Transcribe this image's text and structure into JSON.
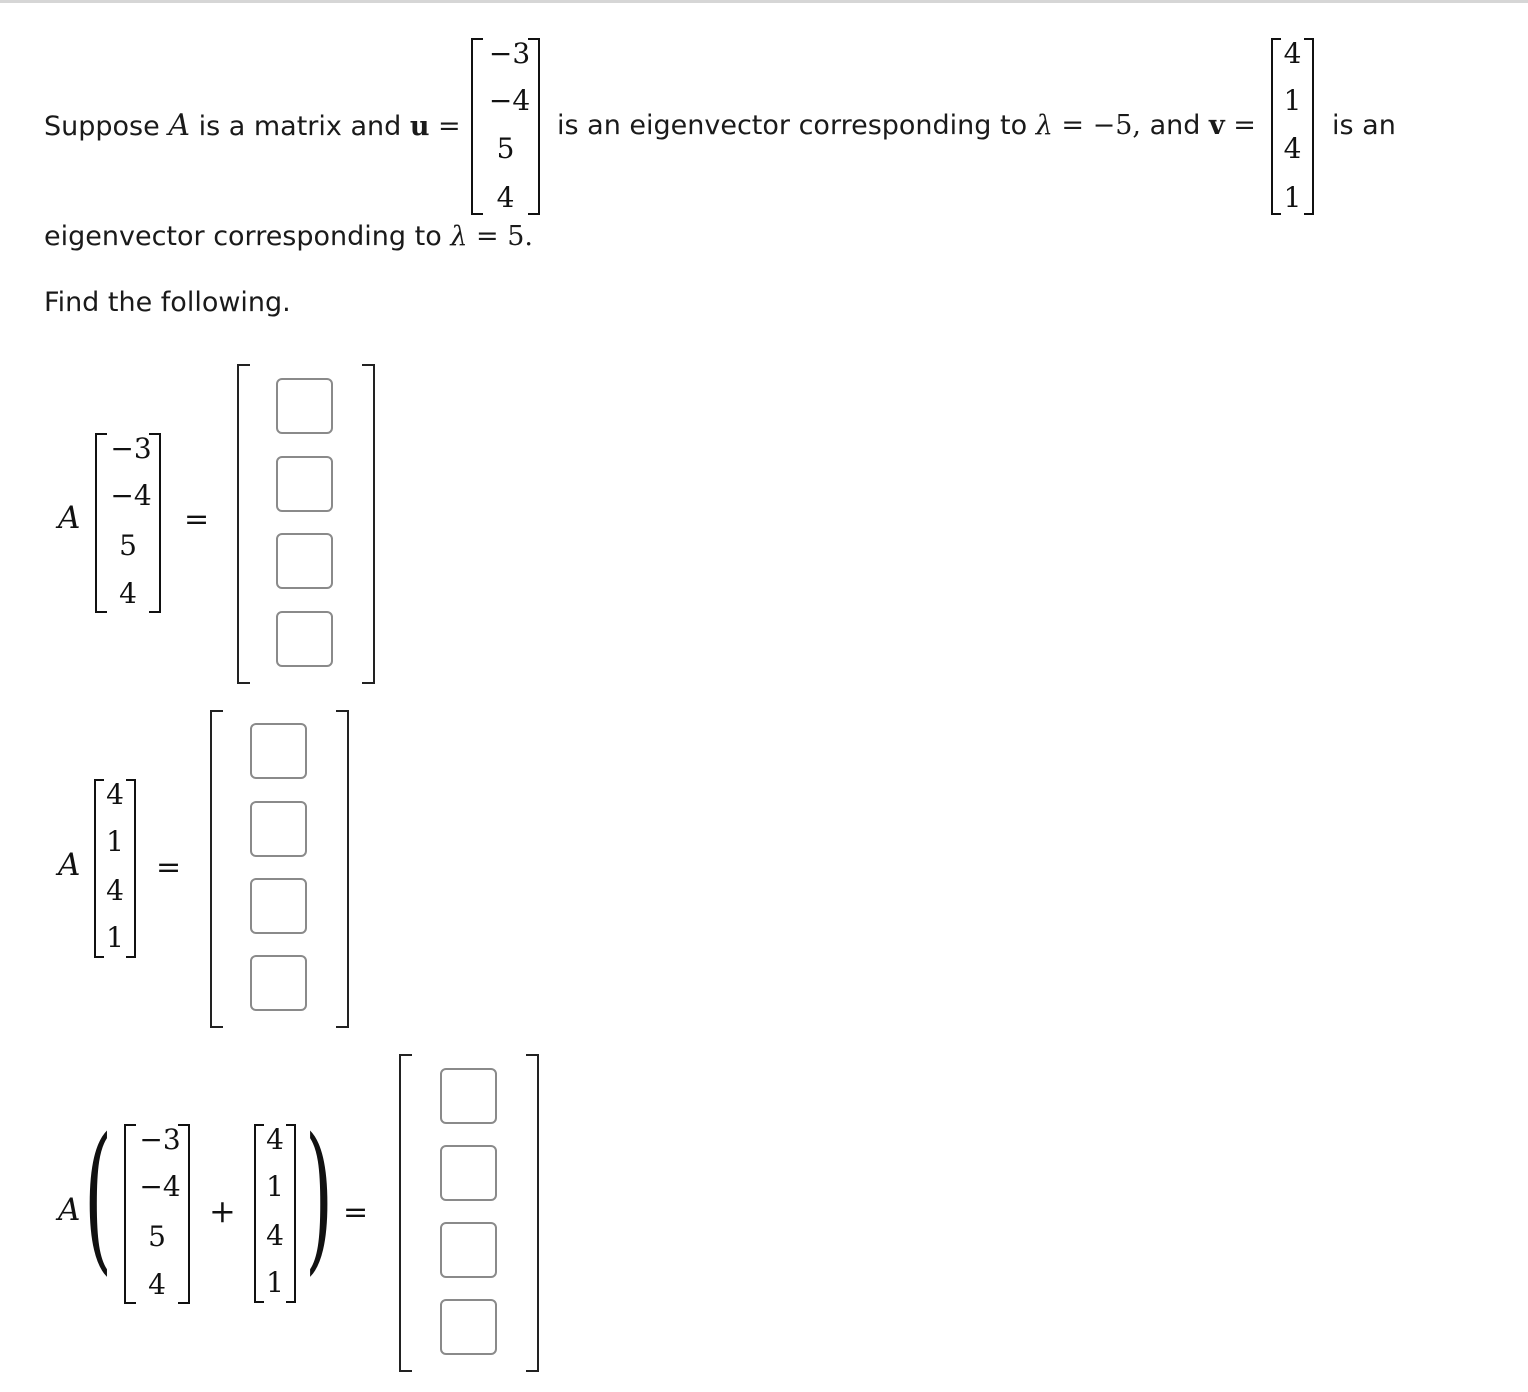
{
  "intro": {
    "part1": "Suppose ",
    "A": "A",
    "part2": " is a matrix and ",
    "u_sym": "u",
    "eq": " =",
    "part3": "is an eigenvector corresponding to ",
    "lambda": "λ",
    "lambda1_expr": " = −5,",
    "part4": " and ",
    "v_sym": "v",
    "part5": "is an",
    "part6": "eigenvector corresponding to ",
    "lambda2_expr": " = 5.",
    "find": "Find the following."
  },
  "u": [
    "−3",
    "−4",
    "5",
    "4"
  ],
  "v": [
    "4",
    "1",
    "4",
    "1"
  ],
  "symbols": {
    "A": "A",
    "equals": "=",
    "plus": "+",
    "lparen": "(",
    "rparen": ")"
  },
  "answers": {
    "au": [
      "",
      "",
      "",
      ""
    ],
    "av": [
      "",
      "",
      "",
      ""
    ],
    "auv": [
      "",
      "",
      "",
      ""
    ]
  }
}
